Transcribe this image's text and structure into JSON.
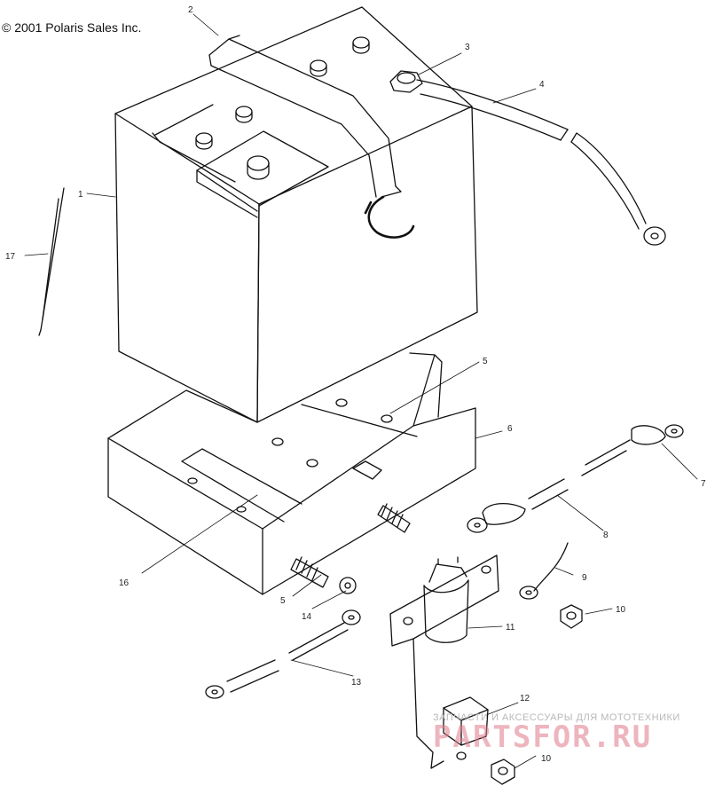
{
  "copyright": "© 2001 Polaris Sales Inc.",
  "callouts": {
    "c1": "1",
    "c2": "2",
    "c3": "3",
    "c4": "4",
    "c5a": "5",
    "c5b": "5",
    "c6": "6",
    "c7": "7",
    "c8": "8",
    "c9": "9",
    "c10a": "10",
    "c10b": "10",
    "c11": "11",
    "c12": "12",
    "c13": "13",
    "c14": "14",
    "c16": "16",
    "c17": "17"
  },
  "watermark": {
    "line": "ЗАПЧАСТИ И АКСЕССУАРЫ ДЛЯ МОТОТЕХНИКИ",
    "logo": "PARTSFOR.RU"
  },
  "colors": {
    "ink": "#111111",
    "watermark_logo": "#e07a8a",
    "watermark_text": "#b8b8b8"
  }
}
